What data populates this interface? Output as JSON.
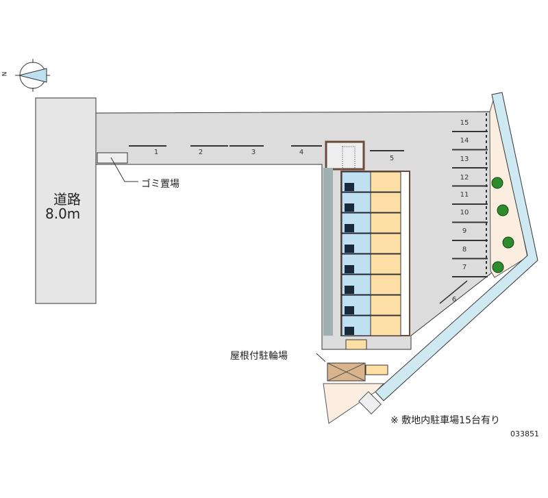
{
  "road": {
    "label": "道路",
    "width": "8.0m"
  },
  "garbage_label": "ゴミ置場",
  "bicycle_label": "屋根付駐輪場",
  "note": "※ 敷地内駐車場15台有り",
  "code": "033851",
  "compass": {
    "label": "N"
  },
  "parking_spaces": [
    "1",
    "2",
    "3",
    "4",
    "5",
    "6",
    "7",
    "8",
    "9",
    "10",
    "11",
    "12",
    "13",
    "14",
    "15"
  ],
  "unit_count": 8,
  "colors": {
    "road": "#e6e6e6",
    "lot": "#dcdcdc",
    "water": "#cfe9f3",
    "unit": "#fddfa6",
    "bath": "#bfe0f0",
    "tree": "#2e8b2e",
    "garden": "#fbeee0"
  }
}
